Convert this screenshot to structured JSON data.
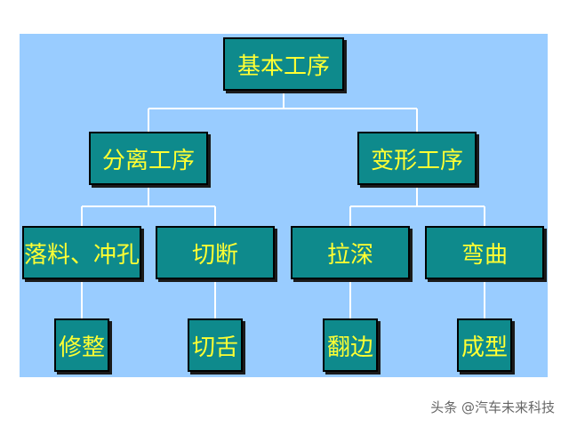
{
  "diagram": {
    "root": "基本工序",
    "level1": [
      "分离工序",
      "变形工序"
    ],
    "level2": [
      "落料、冲孔",
      "切断",
      "拉深",
      "弯曲"
    ],
    "level3": [
      "修整",
      "切舌",
      "翻边",
      "成型"
    ],
    "colors": {
      "panel": "#99ccff",
      "node_fill": "#0e8a8c",
      "node_text": "#ffff33",
      "connector": "#ffffff"
    }
  },
  "watermark": "头条 @汽车未来科技"
}
